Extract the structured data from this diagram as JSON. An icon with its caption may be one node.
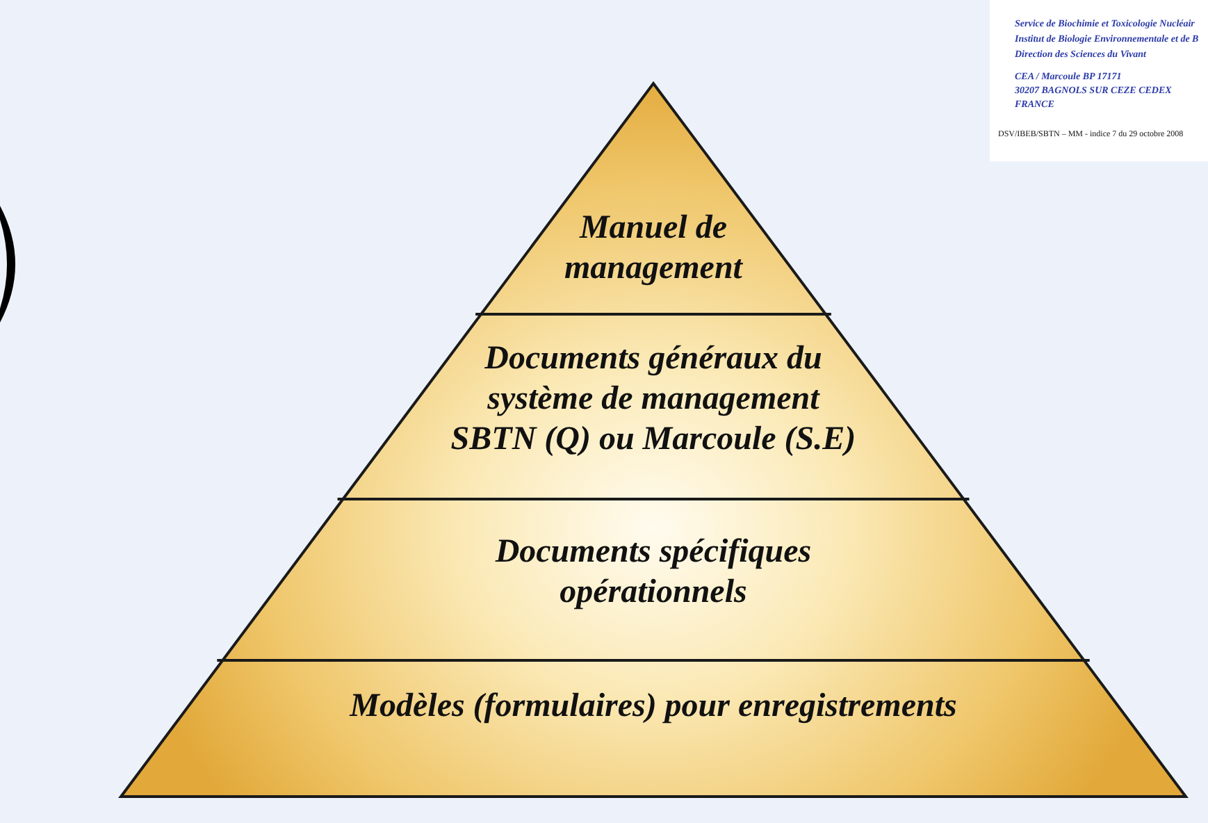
{
  "diagram": {
    "nodes": [
      {
        "text": [
          "Manuel de management"
        ]
      },
      {
        "text": [
          "Documents généraux du système de management SBTN (Q) ou Marcoule (S.E)"
        ]
      },
      {
        "text": [
          "Documents spécifiques opérationnels"
        ]
      },
      {
        "text": [
          "Modèles (formulaires) pour enregistrements"
        ]
      }
    ],
    "labels": [
      "Service de Biochimie et Toxicologie Nucléair",
      "Institut de Biologie Environnementale et de B",
      "Direction des Sciences du Vivant",
      "CEA / Marcoule   BP 17171",
      "30207 BAGNOLS SUR CEZE CEDEX",
      "FRANCE",
      "DSV/IBEB/SBTN – MM - indice 7 du 29 octobre 2008"
    ]
  }
}
